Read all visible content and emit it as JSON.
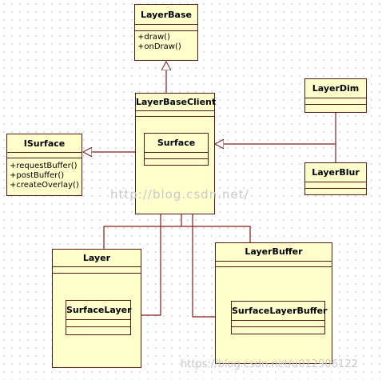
{
  "classes": {
    "layer_base": {
      "name": "LayerBase",
      "operations": [
        "+draw()",
        "+onDraw()"
      ]
    },
    "layer_base_client": {
      "name": "LayerBaseClient"
    },
    "surface": {
      "name": "Surface"
    },
    "isurface": {
      "name": "ISurface",
      "operations": [
        "+requestBuffer()",
        "+postBuffer()",
        "+createOverlay()"
      ]
    },
    "layer_dim": {
      "name": "LayerDim"
    },
    "layer_blur": {
      "name": "LayerBlur"
    },
    "layer": {
      "name": "Layer"
    },
    "surface_layer": {
      "name": "SurfaceLayer"
    },
    "layer_buffer": {
      "name": "LayerBuffer"
    },
    "surface_layer_buffer": {
      "name": "SurfaceLayerBuffer"
    }
  },
  "watermarks": {
    "center": "http://blog.csdn.net/",
    "bottom": "https://blog.csdn.net/u012906122"
  },
  "colors": {
    "class_fill": "#ffffcc",
    "class_border": "#5a1a1a",
    "line": "#8b1a1a"
  }
}
